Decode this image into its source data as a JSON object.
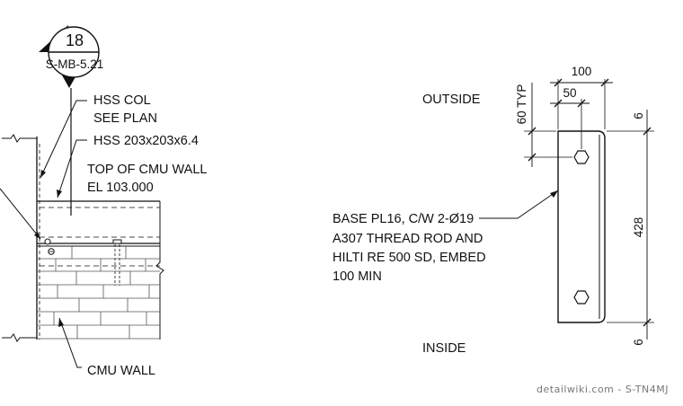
{
  "section_marker": {
    "number": "18",
    "sheet_ref": "S-MB-5.21"
  },
  "section_notes": {
    "hss_col_line1": "HSS COL",
    "hss_col_line2": "SEE PLAN",
    "hss_size": "HSS 203x203x6.4",
    "top_cmu_line1": "TOP OF CMU WALL",
    "top_cmu_line2": "EL 103.000",
    "cmu_wall": "CMU WALL"
  },
  "plate_detail": {
    "outside_label": "OUTSIDE",
    "inside_label": "INSIDE",
    "base_note_line1": "BASE PL16, C/W 2-Ø19",
    "base_note_line2": "A307 THREAD ROD AND",
    "base_note_line3": "HILTI RE 500 SD, EMBED",
    "base_note_line4": "100 MIN",
    "dim_width": "100",
    "dim_bolt_edge": "50",
    "dim_edge_typ": "60 TYP",
    "dim_length": "428",
    "dim_top_gap": "6",
    "dim_bottom_gap": "6"
  },
  "watermark": "detailwiki.com - S-TN4MJ"
}
